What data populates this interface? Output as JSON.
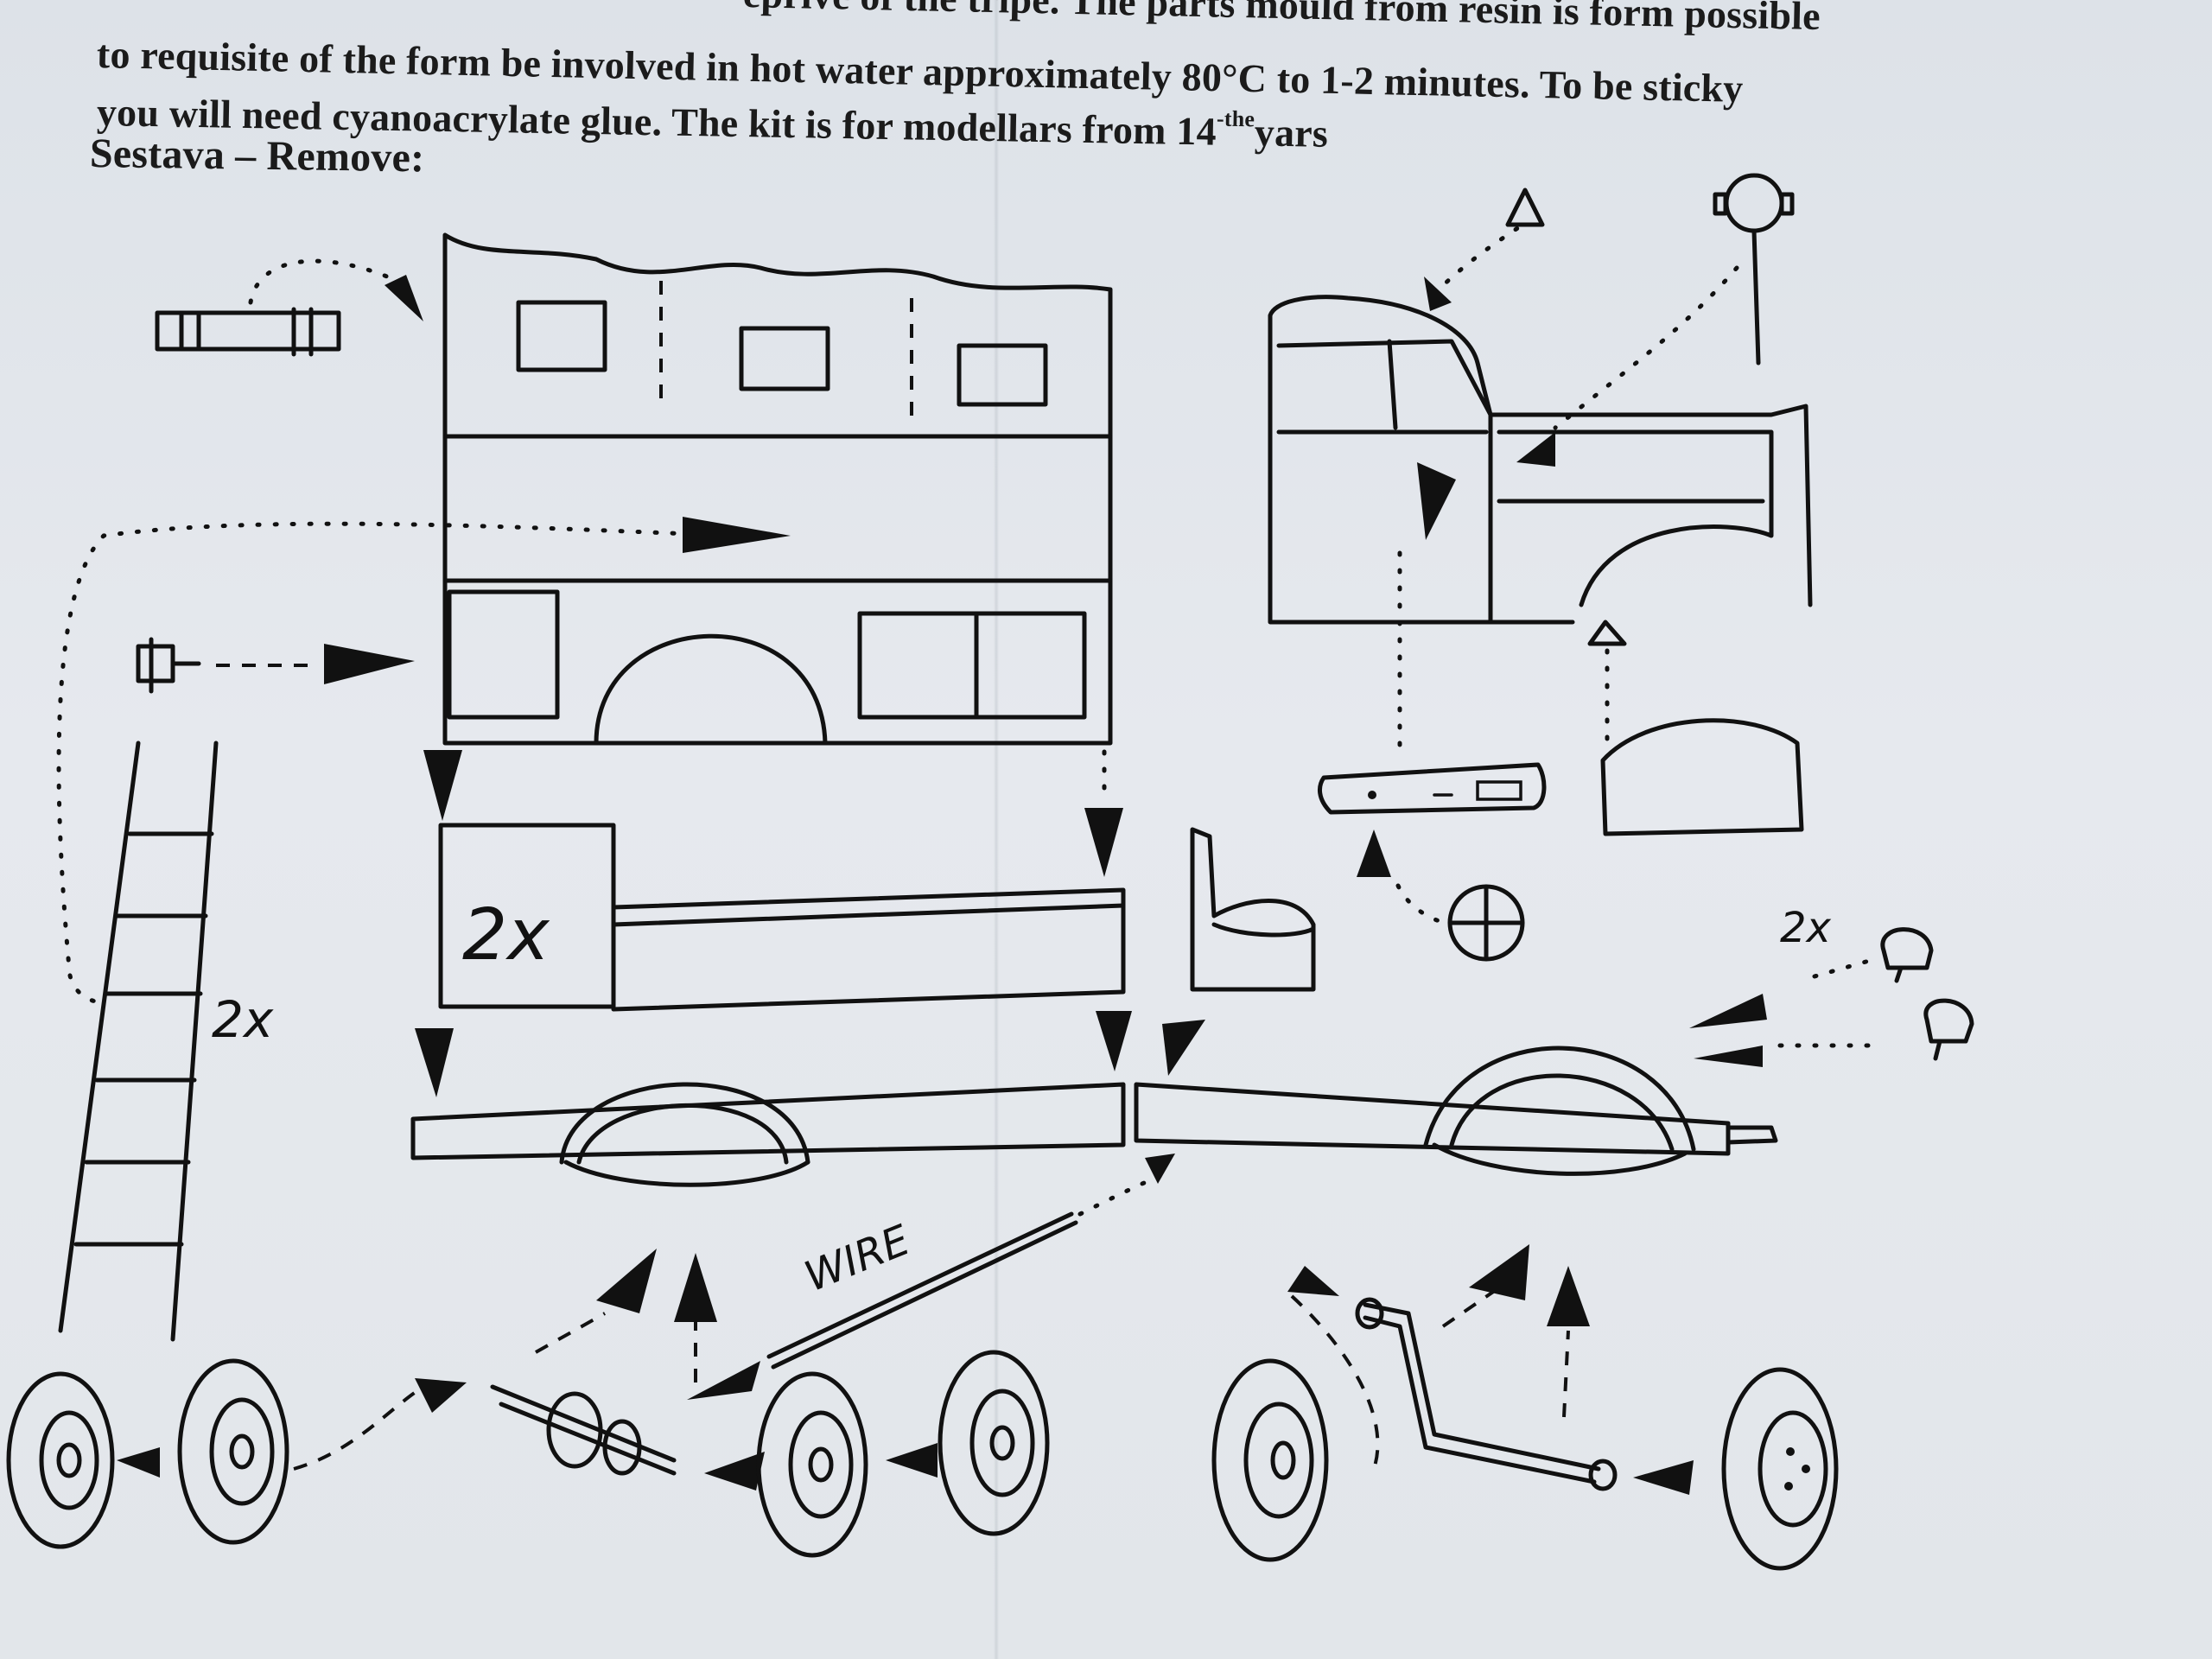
{
  "instructions": {
    "line1": "to requisite of the form be involved in hot water approximately 80°C to 1-2 minutes. To be sticky",
    "line1_fragment": "eprive of the tripe. The parts mould from resin is form possible",
    "line2_prefix": "you will need cyanoacrylate glue. The kit is for modellars from 14",
    "line2_sup": "-the",
    "line2_suffix": "yars",
    "heading": "Sestava – Remove:"
  },
  "diagram": {
    "qty_box": "2x",
    "qty_ladder": "2x",
    "qty_lights": "2x",
    "wire_label": "WIRE"
  },
  "colors": {
    "paper": "#e3e7eb",
    "ink": "#111111"
  }
}
